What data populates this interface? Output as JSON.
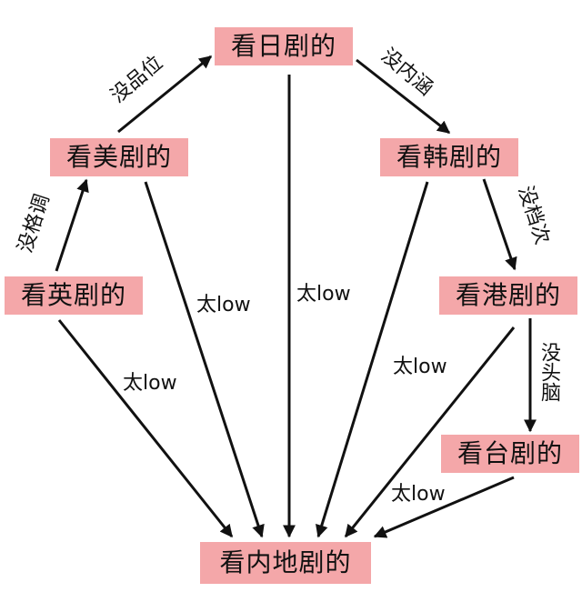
{
  "colors": {
    "node_fill": "#f4a7a9",
    "arrow": "#111111",
    "background": "#ffffff"
  },
  "nodes": {
    "japanese": "看日剧的",
    "american": "看美剧的",
    "korean": "看韩剧的",
    "british": "看英剧的",
    "hongkong": "看港剧的",
    "taiwanese": "看台剧的",
    "mainland": "看内地剧的"
  },
  "edges": {
    "american_to_japanese": "没品位",
    "japanese_to_korean": "没内涵",
    "british_to_american": "没格调",
    "korean_to_hongkong": "没档次",
    "hongkong_to_taiwanese": "没头脑",
    "american_to_mainland": "太low",
    "japanese_to_mainland": "太low",
    "british_to_mainland": "太low",
    "korean_to_mainland": "太low",
    "taiwanese_to_mainland": "太low"
  }
}
